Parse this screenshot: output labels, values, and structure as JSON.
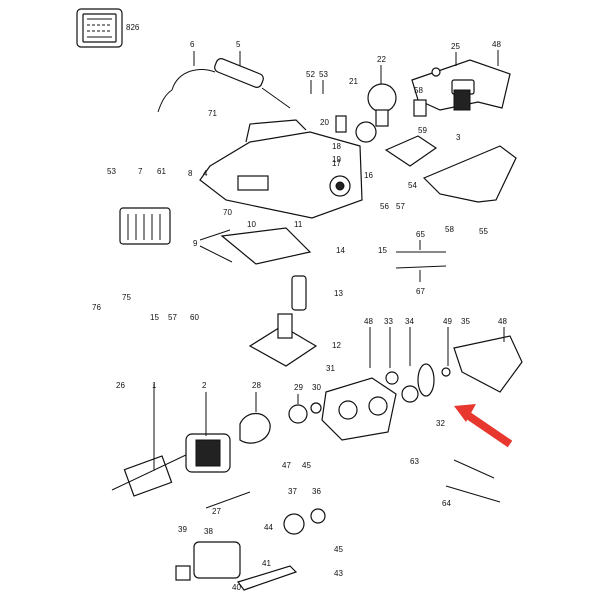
{
  "sheet_ref": "826",
  "parts": [
    {
      "id": "p6",
      "num": "6"
    },
    {
      "id": "p5",
      "num": "5"
    },
    {
      "id": "p52",
      "num": "52"
    },
    {
      "id": "p53top",
      "num": "53"
    },
    {
      "id": "p22",
      "num": "22"
    },
    {
      "id": "p25",
      "num": "25"
    },
    {
      "id": "p48a",
      "num": "48"
    },
    {
      "id": "p20",
      "num": "20"
    },
    {
      "id": "p21",
      "num": "21"
    },
    {
      "id": "p58a",
      "num": "58"
    },
    {
      "id": "p59",
      "num": "59"
    },
    {
      "id": "p3",
      "num": "3"
    },
    {
      "id": "p71",
      "num": "71"
    },
    {
      "id": "p18",
      "num": "18"
    },
    {
      "id": "p19",
      "num": "19"
    },
    {
      "id": "p17",
      "num": "17"
    },
    {
      "id": "p16",
      "num": "16"
    },
    {
      "id": "p54",
      "num": "54"
    },
    {
      "id": "p56",
      "num": "56"
    },
    {
      "id": "p57a",
      "num": "57"
    },
    {
      "id": "p53",
      "num": "53"
    },
    {
      "id": "p7",
      "num": "7"
    },
    {
      "id": "p61",
      "num": "61"
    },
    {
      "id": "p8",
      "num": "8"
    },
    {
      "id": "p4",
      "num": "4"
    },
    {
      "id": "p70",
      "num": "70"
    },
    {
      "id": "p10",
      "num": "10"
    },
    {
      "id": "p11",
      "num": "11"
    },
    {
      "id": "p9",
      "num": "9"
    },
    {
      "id": "p14",
      "num": "14"
    },
    {
      "id": "p15a",
      "num": "15"
    },
    {
      "id": "p58b",
      "num": "58"
    },
    {
      "id": "p55",
      "num": "55"
    },
    {
      "id": "p65",
      "num": "65"
    },
    {
      "id": "p67",
      "num": "67"
    },
    {
      "id": "p76",
      "num": "76"
    },
    {
      "id": "p75",
      "num": "75"
    },
    {
      "id": "p15b",
      "num": "15"
    },
    {
      "id": "p57b",
      "num": "57"
    },
    {
      "id": "p60",
      "num": "60"
    },
    {
      "id": "p13",
      "num": "13"
    },
    {
      "id": "p12",
      "num": "12"
    },
    {
      "id": "p48b",
      "num": "48"
    },
    {
      "id": "p33",
      "num": "33"
    },
    {
      "id": "p34",
      "num": "34"
    },
    {
      "id": "p49",
      "num": "49"
    },
    {
      "id": "p35",
      "num": "35"
    },
    {
      "id": "p48c",
      "num": "48"
    },
    {
      "id": "p31",
      "num": "31"
    },
    {
      "id": "p26",
      "num": "26"
    },
    {
      "id": "p1",
      "num": "1"
    },
    {
      "id": "p2",
      "num": "2"
    },
    {
      "id": "p28",
      "num": "28"
    },
    {
      "id": "p29",
      "num": "29"
    },
    {
      "id": "p30",
      "num": "30"
    },
    {
      "id": "p32",
      "num": "32"
    },
    {
      "id": "p47",
      "num": "47"
    },
    {
      "id": "p45a",
      "num": "45"
    },
    {
      "id": "p63",
      "num": "63"
    },
    {
      "id": "p27",
      "num": "27"
    },
    {
      "id": "p64",
      "num": "64"
    },
    {
      "id": "p37",
      "num": "37"
    },
    {
      "id": "p36",
      "num": "36"
    },
    {
      "id": "p39",
      "num": "39"
    },
    {
      "id": "p38",
      "num": "38"
    },
    {
      "id": "p44",
      "num": "44"
    },
    {
      "id": "p45b",
      "num": "45"
    },
    {
      "id": "p41",
      "num": "41"
    },
    {
      "id": "p40",
      "num": "40"
    },
    {
      "id": "p43",
      "num": "43"
    }
  ],
  "colors": {
    "ink": "#111111",
    "arrow": "#e8372f",
    "paper": "#ffffff"
  }
}
